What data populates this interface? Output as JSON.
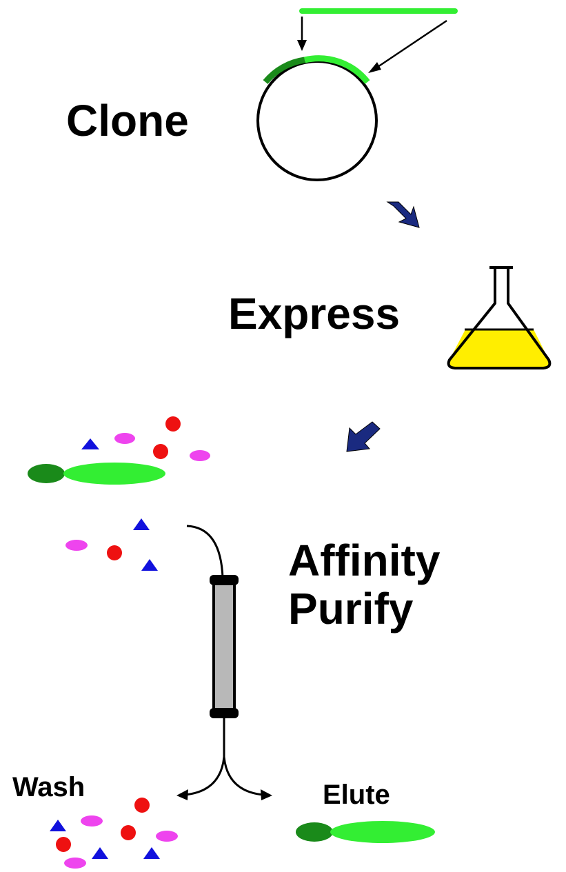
{
  "steps": {
    "clone": "Clone",
    "express": "Express",
    "affinity_line1": "Affinity",
    "affinity_line2": "Purify"
  },
  "outputs": {
    "wash": "Wash",
    "elute": "Elute"
  },
  "colors": {
    "insert_light_green": "#33ee33",
    "tag_dark_green": "#1a8a1a",
    "step_arrow_navy": "#1a2a80",
    "culture_yellow": "#ffee00",
    "column_gray": "#b8b8b8",
    "contaminant_red": "#ee1111",
    "contaminant_magenta": "#ee44ee",
    "contaminant_blue": "#1111dd"
  }
}
